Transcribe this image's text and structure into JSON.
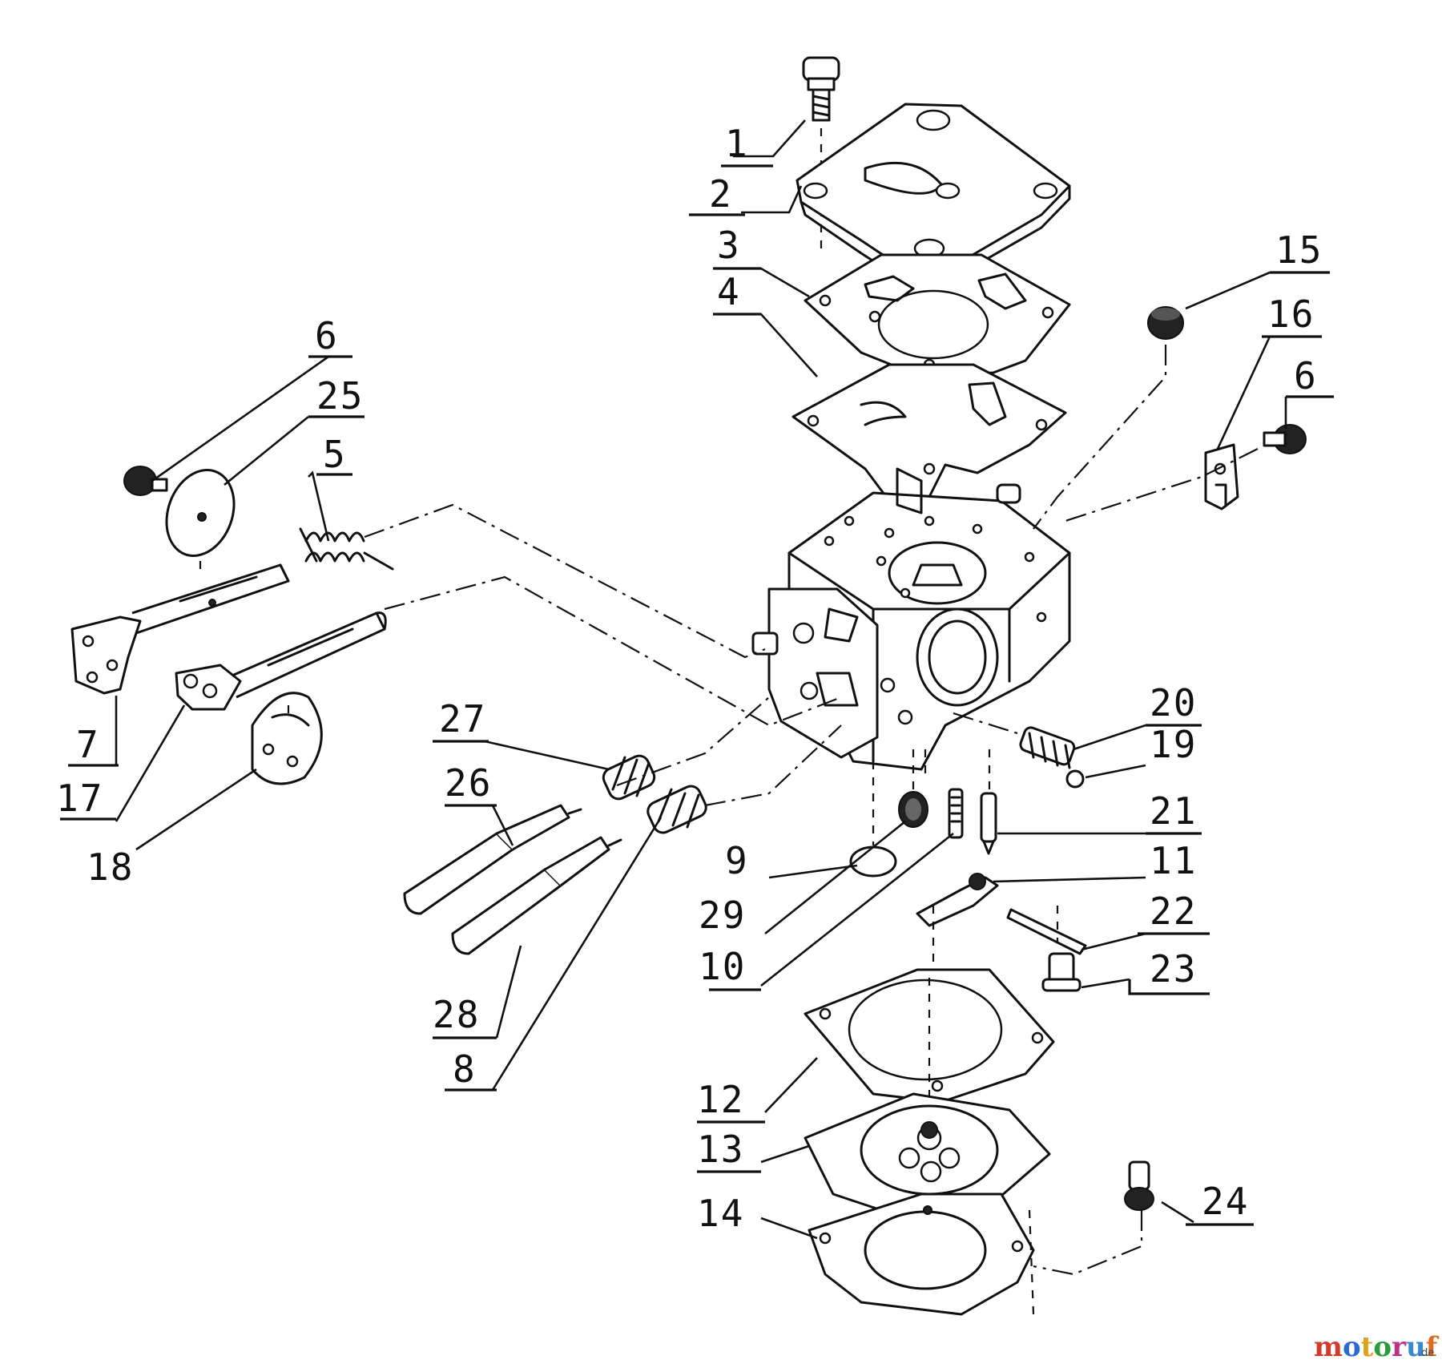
{
  "callouts": [
    {
      "id": "c1",
      "label": "1"
    },
    {
      "id": "c2",
      "label": "2"
    },
    {
      "id": "c3",
      "label": "3"
    },
    {
      "id": "c4",
      "label": "4"
    },
    {
      "id": "c5",
      "label": "5"
    },
    {
      "id": "c6a",
      "label": "6"
    },
    {
      "id": "c6b",
      "label": "6"
    },
    {
      "id": "c7",
      "label": "7"
    },
    {
      "id": "c8",
      "label": "8"
    },
    {
      "id": "c9",
      "label": "9"
    },
    {
      "id": "c10",
      "label": "10"
    },
    {
      "id": "c11",
      "label": "11"
    },
    {
      "id": "c12",
      "label": "12"
    },
    {
      "id": "c13",
      "label": "13"
    },
    {
      "id": "c14",
      "label": "14"
    },
    {
      "id": "c15",
      "label": "15"
    },
    {
      "id": "c16",
      "label": "16"
    },
    {
      "id": "c17",
      "label": "17"
    },
    {
      "id": "c18",
      "label": "18"
    },
    {
      "id": "c19",
      "label": "19"
    },
    {
      "id": "c20",
      "label": "20"
    },
    {
      "id": "c21",
      "label": "21"
    },
    {
      "id": "c22",
      "label": "22"
    },
    {
      "id": "c23",
      "label": "23"
    },
    {
      "id": "c24",
      "label": "24"
    },
    {
      "id": "c25",
      "label": "25"
    },
    {
      "id": "c26",
      "label": "26"
    },
    {
      "id": "c27",
      "label": "27"
    },
    {
      "id": "c28",
      "label": "28"
    },
    {
      "id": "c29",
      "label": "29"
    }
  ],
  "watermark": {
    "brand": "motoruf",
    "suffix": ".de",
    "colors": {
      "m": "#d23a2a",
      "o1": "#2a6bd2",
      "t": "#e0a020",
      "o2": "#2a9d3a",
      "r": "#c0308a",
      "u": "#3a8ad0",
      "f": "#e06a20"
    }
  }
}
